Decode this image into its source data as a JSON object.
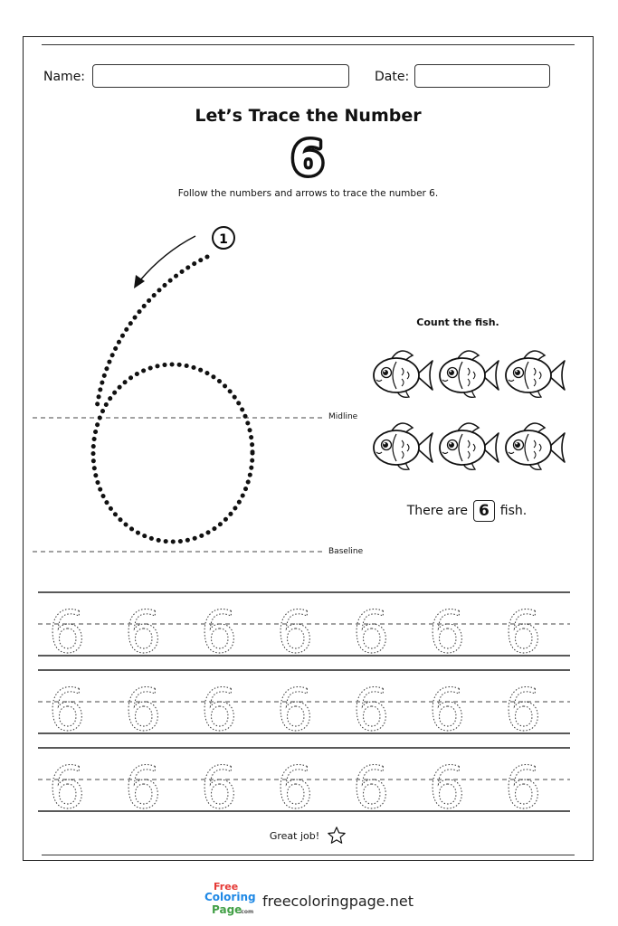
{
  "header": {
    "name_label": "Name:",
    "date_label": "Date:"
  },
  "title": "Let’s Trace the Number",
  "big_number": "6",
  "instructions": "Follow the numbers and arrows to trace the number 6.",
  "stroke_step": "1",
  "guides": {
    "midline": "Midline",
    "baseline": "Baseline"
  },
  "count": {
    "title": "Count the fish.",
    "fish_count": 6,
    "sentence_before": "There are",
    "answer": "6",
    "sentence_after": "fish."
  },
  "practice": {
    "rows": 3,
    "per_row": 7,
    "glyph": "6"
  },
  "closing": {
    "text": "Great job!",
    "icon": "star-icon"
  },
  "footer": {
    "logo_words": [
      "Free",
      "Coloring",
      "Page",
      ".com"
    ],
    "url": "freecoloringpage.net"
  }
}
